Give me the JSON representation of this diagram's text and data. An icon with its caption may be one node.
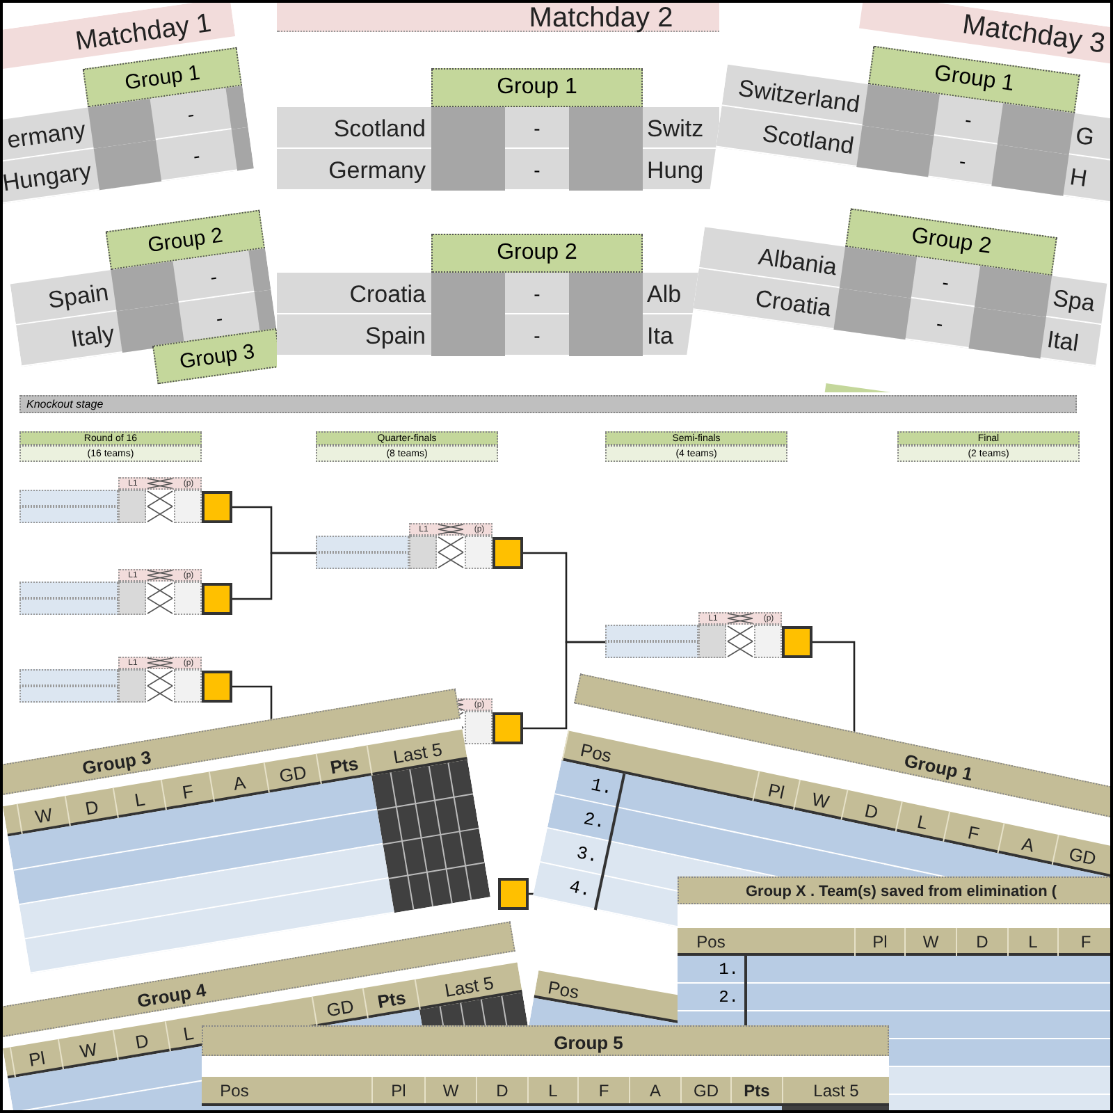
{
  "diagram": {
    "nodes": [
      {
        "text": [
          "L1",
          "(p)"
        ]
      },
      {
        "text": [
          "L1",
          "(p)"
        ]
      },
      {
        "text": [
          "L1",
          "(p)"
        ]
      },
      {
        "text": [
          "L1",
          "(p)"
        ]
      },
      {
        "text": [
          "(p)"
        ]
      },
      {
        "text": [
          "L1",
          "(p)"
        ]
      },
      {
        "text": [],
        "shape": "box"
      }
    ],
    "edges": [
      {
        "from": 0,
        "to": 3,
        "arrow": "none"
      },
      {
        "from": 1,
        "to": 3,
        "arrow": "none"
      },
      {
        "from": 2,
        "to": null,
        "arrow": "none"
      },
      {
        "from": 3,
        "to": 5,
        "arrow": "none"
      },
      {
        "from": 4,
        "to": 5,
        "arrow": "none"
      },
      {
        "from": 5,
        "to": null,
        "arrow": "none"
      },
      {
        "from": 6,
        "to": null,
        "arrow": "none"
      }
    ],
    "labels": [
      "Matchday 1",
      "Group 1",
      "ermany",
      "-",
      "Hungary",
      "-",
      "Group 2",
      "Spain",
      "-",
      "Italy",
      "-",
      "Group 3",
      "Matchday 2",
      "Group 1",
      "Scotland",
      "-",
      "Switz",
      "Germany",
      "-",
      "Hung",
      "Group 2",
      "Croatia",
      "-",
      "Alb",
      "Spain",
      "-",
      "Ita",
      "Matchday 3",
      "Group 1",
      "Switzerland",
      "-",
      "G",
      "Scotland",
      "-",
      "H",
      "Group 2",
      "Albania",
      "-",
      "Croatia",
      "Spa",
      "-",
      "Ital",
      "Knockout stage",
      "Round of 16",
      "(16 teams)",
      "Quarter-finals",
      "(8 teams)",
      "Semi-finals",
      "(4 teams)",
      "Final",
      "(2 teams)",
      "Group 3",
      "W",
      "D",
      "L",
      "F",
      "A",
      "GD",
      "Pts",
      "Last 5",
      "Group 1",
      "Pos",
      "Pl",
      "W",
      "D",
      "L",
      "F",
      "A",
      "GD",
      "1.",
      "2.",
      "3.",
      "4.",
      "Group 4",
      "Pl",
      "W",
      "D",
      "L",
      "GD",
      "Pts",
      "Last 5",
      "Pos",
      "Group X . Team(s) saved from elimination (",
      "Pos",
      "Pl",
      "W",
      "D",
      "L",
      "F",
      "1.",
      "2.",
      "Group 5",
      "Pos",
      "Pl",
      "W",
      "D",
      "L",
      "F",
      "A",
      "GD",
      "Pts",
      "Last 5"
    ]
  }
}
